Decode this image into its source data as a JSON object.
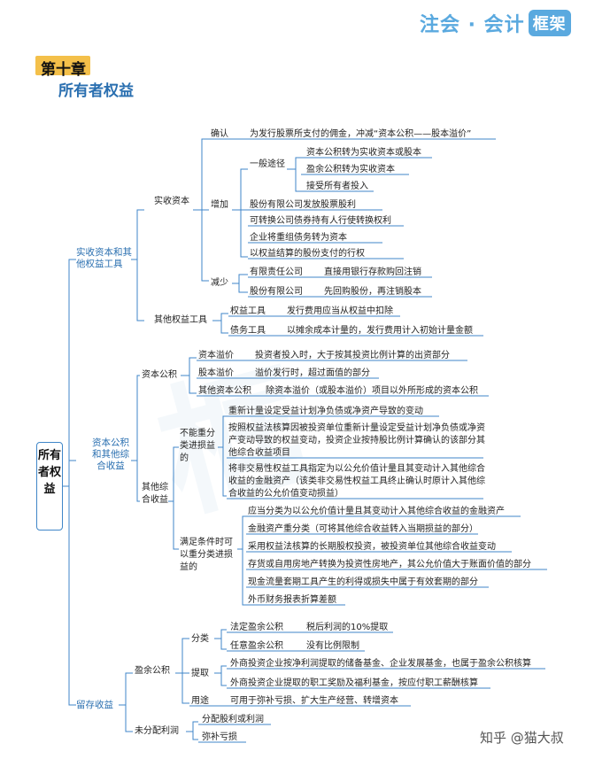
{
  "header": {
    "brand": "注会 · 会计",
    "brand_tag": "框架"
  },
  "chapter": {
    "number": "第十章",
    "title": "所有者权益"
  },
  "root": "所有者权益",
  "watermark": "知乎 @猫大叔",
  "b1": {
    "label": "实收资本和其他权益工具",
    "paid_in": {
      "label": "实收资本",
      "confirm": {
        "label": "确认",
        "text": "为发行股票所支付的佣金，冲减“资本公积——股本溢价”"
      },
      "increase": {
        "label": "增加",
        "general": {
          "label": "一般途径",
          "items": [
            "资本公积转为实收资本或股本",
            "盈余公积转为实收资本",
            "接受所有者投入"
          ]
        },
        "others": [
          "股份有限公司发放股票股利",
          "可转换公司债券持有人行使转换权利",
          "企业将重组债务转为资本",
          "以权益结算的股份支付的行权"
        ]
      },
      "decrease": {
        "label": "减少",
        "items": [
          {
            "label": "有限责任公司",
            "text": "直接用银行存款购回注销"
          },
          {
            "label": "股份有限公司",
            "text": "先回购股份，再注销股本"
          }
        ]
      }
    },
    "other_equity": {
      "label": "其他权益工具",
      "items": [
        {
          "label": "权益工具",
          "text": "发行费用应当从权益中扣除"
        },
        {
          "label": "债务工具",
          "text": "以摊余成本计量的，发行费用计入初始计量金额"
        }
      ]
    }
  },
  "b2": {
    "label": "资本公积和其他综合收益",
    "capital_reserve": {
      "label": "资本公积",
      "items": [
        {
          "label": "资本溢价",
          "text": "投资者投入时，大于按其投资比例计算的出资部分"
        },
        {
          "label": "股本溢价",
          "text": "溢价发行时，超过面值的部分"
        },
        {
          "label": "其他资本公积",
          "text": "除资本溢价（或股本溢价）项目以外所形成的资本公积"
        }
      ]
    },
    "oci": {
      "label": "其他综合收益",
      "non_reclass": {
        "label": "不能重分类进损益的",
        "items": [
          "重新计量设定受益计划净负债或净资产导致的变动",
          "按照权益法核算因被投资单位重新计量设定受益计划净负债或净资产变动导致的权益变动，投资企业按持股比例计算确认的该部分其他综合收益项目",
          "将非交易性权益工具指定为以公允价值计量且其变动计入其他综合收益的金融资产（该类非交易性权益工具终止确认时原计入其他综合收益的公允价值变动损益）"
        ]
      },
      "reclass": {
        "label": "满足条件时可以重分类进损益的",
        "items": [
          "应当分类为以公允价值计量且其变动计入其他综合收益的金融资产",
          "金融资产重分类（可将其他综合收益转入当期损益的部分）",
          "采用权益法核算的长期股权投资，被投资单位其他综合收益变动",
          "存货或自用房地产转换为投资性房地产，其公允价值大于账面价值的部分",
          "现金流量套期工具产生的利得或损失中属于有效套期的部分",
          "外币财务报表折算差额"
        ]
      }
    }
  },
  "b3": {
    "label": "留存收益",
    "surplus": {
      "label": "盈余公积",
      "classify": {
        "label": "分类",
        "items": [
          {
            "label": "法定盈余公积",
            "text": "税后利润的10%提取"
          },
          {
            "label": "任意盈余公积",
            "text": "没有比例限制"
          }
        ]
      },
      "extract": {
        "label": "提取",
        "items": [
          "外商投资企业按净利润提取的储备基金、企业发展基金，也属于盈余公积核算",
          "外商投资企业提取的职工奖励及福利基金，按应付职工薪酬核算"
        ]
      },
      "usage": {
        "label": "用途",
        "text": "可用于弥补亏损、扩大生产经营、转增资本"
      }
    },
    "undistributed": {
      "label": "未分配利润",
      "items": [
        "分配股利或利润",
        "弥补亏损"
      ]
    }
  },
  "colors": {
    "line": "#3f86c8",
    "accent": "#2a6fb0",
    "brand": "#5aa9df",
    "chapter_bar": "#f4c04a"
  }
}
